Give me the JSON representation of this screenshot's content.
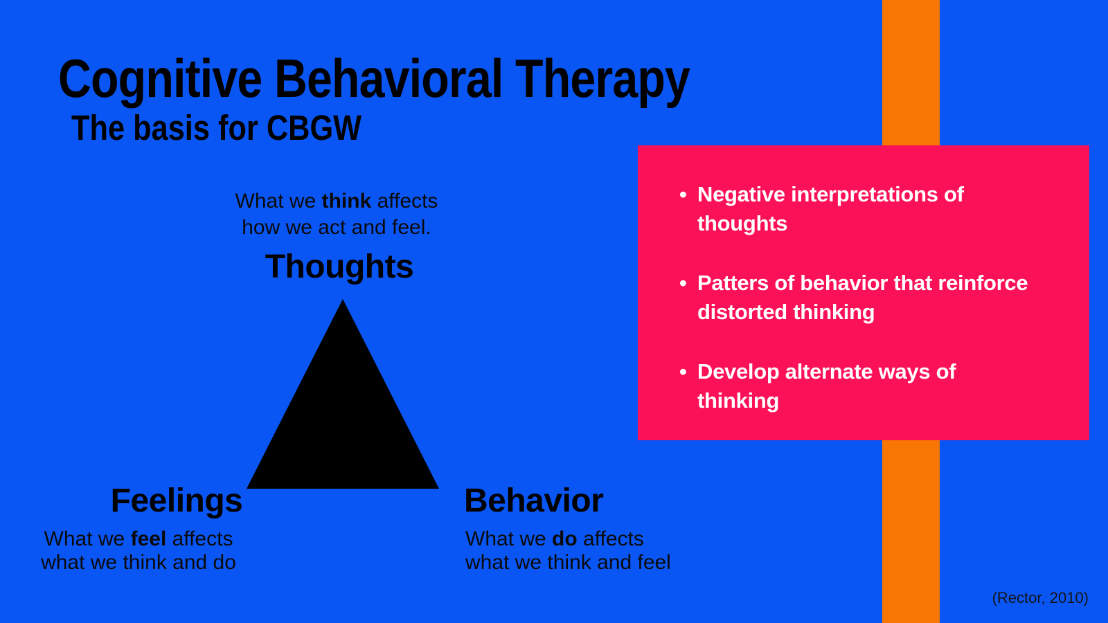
{
  "header": {
    "title": "Cognitive Behavioral Therapy",
    "subtitle": "The basis for CBGW"
  },
  "diagram": {
    "thoughts": {
      "label": "Thoughts",
      "caption_pre": "What we ",
      "caption_bold": "think",
      "caption_post": " affects",
      "caption_line2": "how we act and feel."
    },
    "feelings": {
      "label": "Feelings",
      "caption_pre": "What we ",
      "caption_bold": "feel",
      "caption_post": " affects",
      "caption_line2": "what we think and do"
    },
    "behavior": {
      "label": "Behavior",
      "caption_pre": "What we ",
      "caption_bold": "do",
      "caption_post": " affects",
      "caption_line2": "what we think and feel"
    }
  },
  "callout": {
    "bullet_glyph": "•",
    "bullets": [
      "Negative interpretations of thoughts",
      "Patters of behavior that reinforce distorted thinking",
      "Develop alternate ways of thinking"
    ]
  },
  "footer": {
    "citation": "(Rector, 2010)"
  },
  "colors": {
    "background": "#0A56F4",
    "stripe": "#F87603",
    "callout_bg": "#FB1157",
    "text_dark": "#000000",
    "text_light": "#FFFFFF"
  }
}
